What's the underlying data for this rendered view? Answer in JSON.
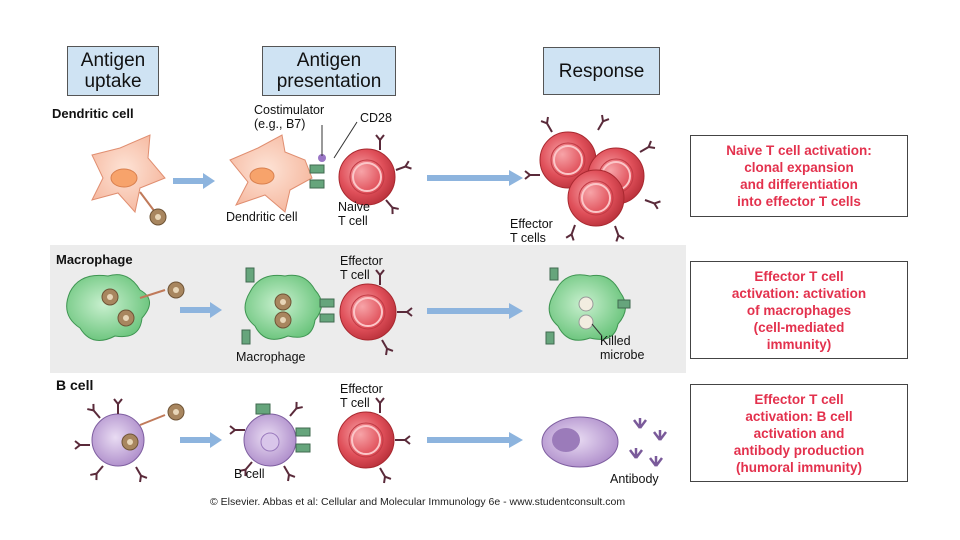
{
  "headers": {
    "uptake": "Antigen\nuptake",
    "presentation": "Antigen\npresentation",
    "response": "Response"
  },
  "rows": {
    "dendritic": {
      "label": "Dendritic cell",
      "costimulator": "Costimulator\n(e.g., B7)",
      "cd28": "CD28",
      "dendritic_cell": "Dendritic cell",
      "naive_t_cell": "Naive\nT cell",
      "effector_t_cells": "Effector\nT cells",
      "outcome": "Naive T cell activation:\nclonal expansion\nand differentiation\ninto effector T cells"
    },
    "macrophage": {
      "label": "Macrophage",
      "effector_t_cell": "Effector\nT cell",
      "macrophage": "Macrophage",
      "killed_microbe": "Killed\nmicrobe",
      "outcome": "Effector T cell\nactivation: activation\nof macrophages\n(cell-mediated\nimmunity)"
    },
    "bcell": {
      "label": "B cell",
      "effector_t_cell": "Effector\nT cell",
      "b_cell": "B cell",
      "antibody": "Antibody",
      "outcome": "Effector T cell\nactivation: B cell\nactivation and\nantibody production\n(humoral immunity)"
    }
  },
  "credit": "© Elsevier. Abbas et al: Cellular and Molecular Immunology 6e - www.studentconsult.com",
  "colors": {
    "header_fill": "#cfe3f3",
    "outcome_text": "#e3314d",
    "t_cell": "#e0505a",
    "dendritic": "#f9c9b3",
    "macrophage": "#8fd39c",
    "b_cell": "#b99ad0",
    "arrow": "#8db4de"
  }
}
